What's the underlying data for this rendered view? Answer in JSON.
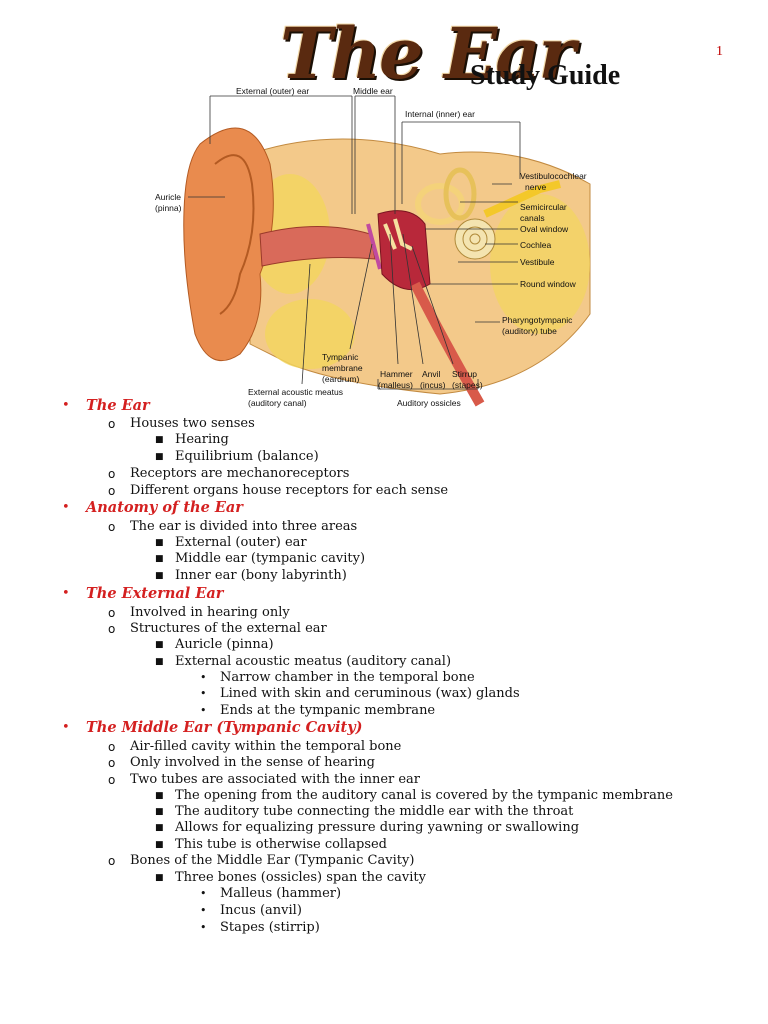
{
  "page_number": "1",
  "title": {
    "main": "The Ear",
    "sub": "Study Guide"
  },
  "diagram": {
    "labels": {
      "external": "External (outer) ear",
      "middle": "Middle ear",
      "internal": "Internal (inner) ear",
      "auricle1": "Auricle",
      "auricle2": "(pinna)",
      "vestib1": "Vestibulocochlear",
      "vestib2": "nerve",
      "semi1": "Semicircular",
      "semi2": "canals",
      "oval": "Oval window",
      "cochlea": "Cochlea",
      "vestibule": "Vestibule",
      "round": "Round window",
      "pharyn1": "Pharyngotympanic",
      "pharyn2": "(auditory) tube",
      "tymp1": "Tympanic",
      "tymp2": "membrane",
      "tymp3": "(eardrum)",
      "eam1": "External acoustic meatus",
      "eam2": "(auditory canal)",
      "hammer1": "Hammer",
      "hammer2": "(malleus)",
      "anvil1": "Anvil",
      "anvil2": "(incus)",
      "stirrup1": "Stirrup",
      "stirrup2": "(stapes)",
      "ossicles": "Auditory ossicles"
    }
  },
  "outline": {
    "s1": {
      "heading": "The Ear",
      "houses": "Houses two senses",
      "hearing": "Hearing",
      "equilibrium": "Equilibrium (balance)",
      "receptors": "Receptors are mechanoreceptors",
      "organs": "Different organs house receptors for each sense"
    },
    "s2": {
      "heading": "Anatomy of the Ear",
      "divided": "The ear is divided into three areas",
      "external": "External (outer) ear",
      "middle": "Middle ear (tympanic cavity)",
      "inner": "Inner ear (bony labyrinth)"
    },
    "s3": {
      "heading": "The External Ear",
      "involved": "Involved in hearing only",
      "structures": "Structures of the external ear",
      "auricle": "Auricle (pinna)",
      "meatus": "External acoustic meatus (auditory canal)",
      "narrow": "Narrow chamber in the temporal bone",
      "lined": "Lined with skin and ceruminous (wax) glands",
      "ends": "Ends at the tympanic membrane"
    },
    "s4": {
      "heading": "The Middle Ear (Tympanic Cavity)",
      "air": "Air-filled cavity within the temporal bone",
      "only": "Only involved in the sense of hearing",
      "tubes": "Two tubes are associated with the inner ear",
      "opening": "The opening from the auditory canal is covered by the tympanic membrane",
      "auditory_tube": "The auditory tube connecting the middle ear with the throat",
      "allows": "Allows for equalizing pressure during yawning or swallowing",
      "collapsed": "This tube is otherwise collapsed",
      "bones": "Bones of the Middle Ear (Tympanic Cavity)",
      "three": "Three bones (ossicles) span the cavity",
      "malleus": "Malleus (hammer)",
      "incus": "Incus (anvil)",
      "stapes": "Stapes (stirrip)"
    }
  }
}
